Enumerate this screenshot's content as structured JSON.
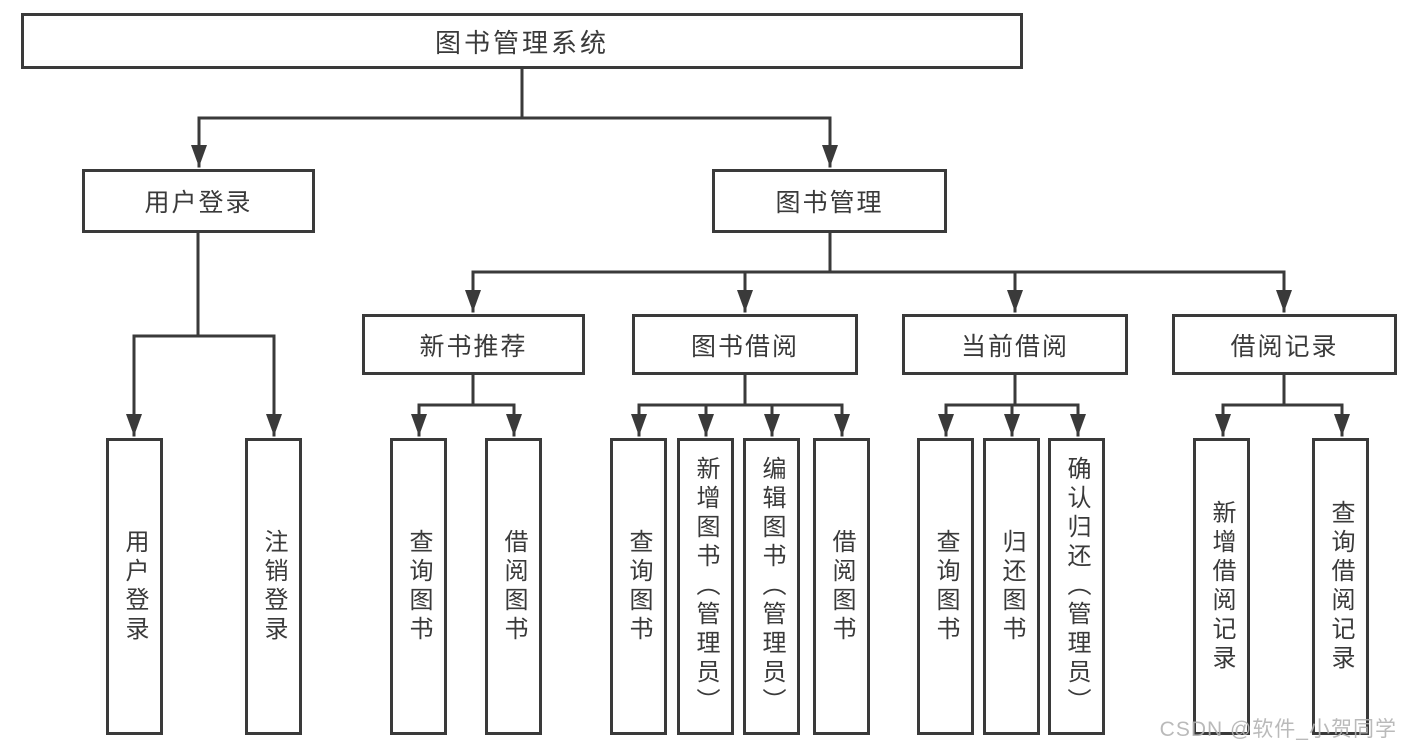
{
  "diagram": {
    "root": {
      "label": "图书管理系统"
    },
    "branches": [
      {
        "label": "用户登录",
        "children": [
          {
            "label": "用户登录"
          },
          {
            "label": "注销登录"
          }
        ]
      },
      {
        "label": "图书管理",
        "children": [
          {
            "label": "新书推荐",
            "children": [
              {
                "label": "查询图书"
              },
              {
                "label": "借阅图书"
              }
            ]
          },
          {
            "label": "图书借阅",
            "children": [
              {
                "label": "查询图书"
              },
              {
                "label": "新增图书（管理员）"
              },
              {
                "label": "编辑图书（管理员）"
              },
              {
                "label": "借阅图书"
              }
            ]
          },
          {
            "label": "当前借阅",
            "children": [
              {
                "label": "查询图书"
              },
              {
                "label": "归还图书"
              },
              {
                "label": "确认归还（管理员）"
              }
            ]
          },
          {
            "label": "借阅记录",
            "children": [
              {
                "label": "新增借阅记录"
              },
              {
                "label": "查询借阅记录"
              }
            ]
          }
        ]
      }
    ],
    "watermark": "CSDN @软件_小贺同学",
    "colors": {
      "line": "#3a3a3a",
      "box_background": "#ffffff",
      "watermark_gray": "#b2b2b2"
    }
  }
}
